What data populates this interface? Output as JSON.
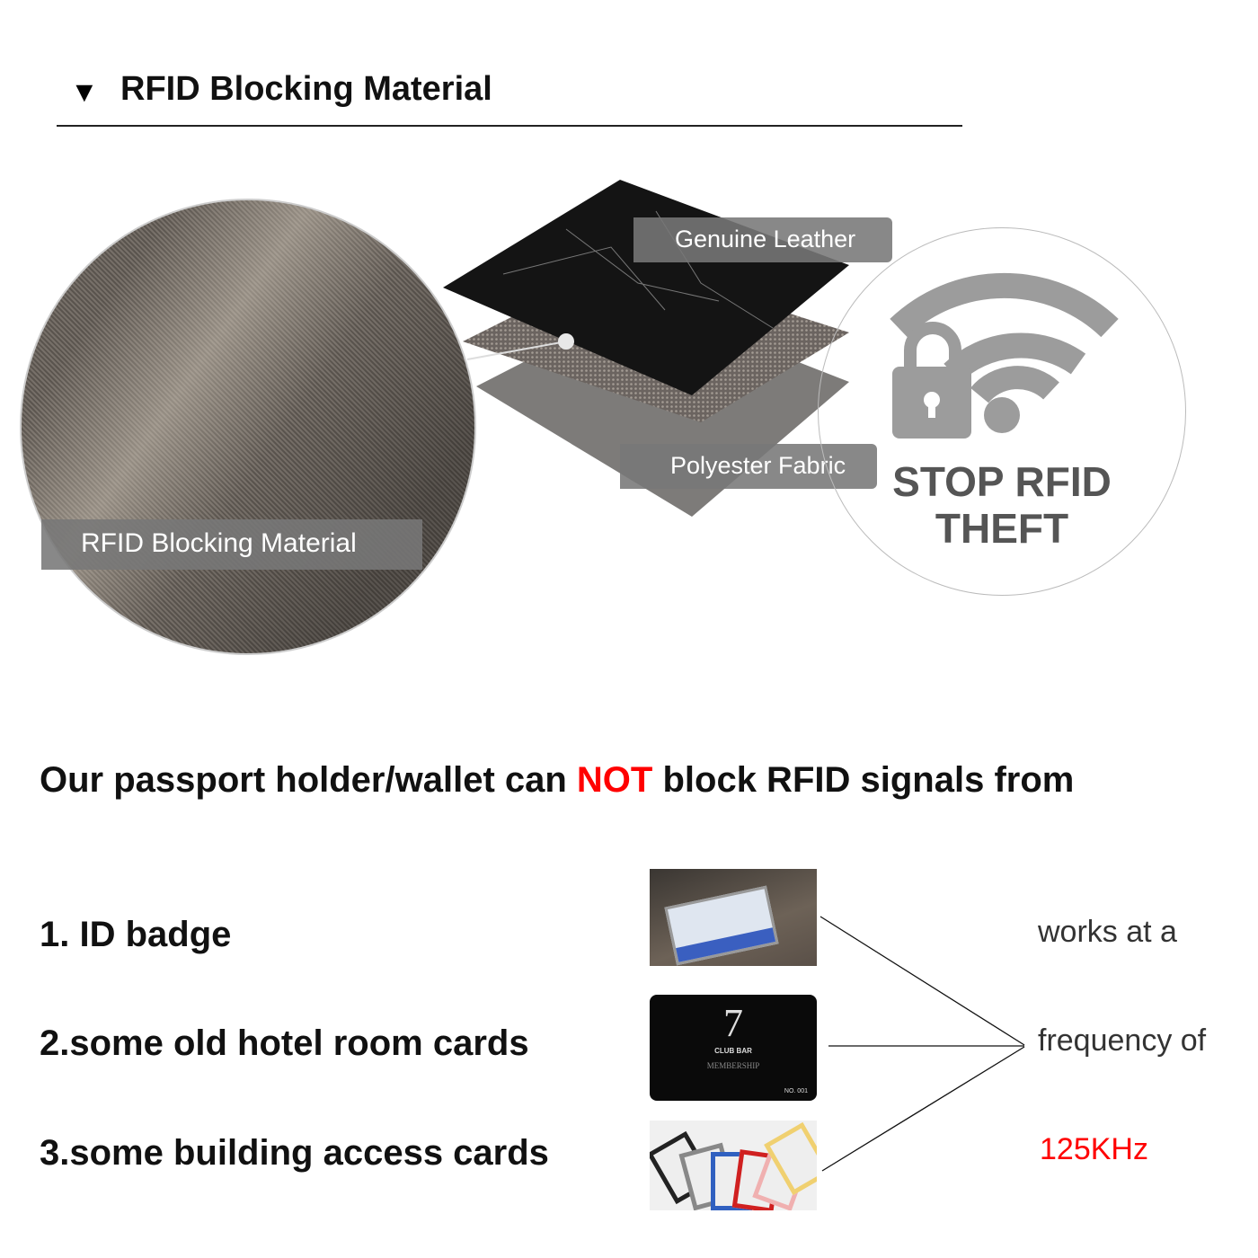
{
  "header": {
    "icon": "triangle-down-icon",
    "title": "RFID Blocking Material"
  },
  "layers": {
    "top": "Genuine Leather",
    "bottom": "Polyester Fabric",
    "circle_label": "RFID Blocking Material"
  },
  "badge": {
    "icon": "lock-wifi-icon",
    "line1": "STOP RFID",
    "line2": "THEFT"
  },
  "notice": {
    "before": "Our  passport  holder/wallet can ",
    "highlight": "NOT",
    "after": " block RFID signals from",
    "highlight_color": "#ff0000"
  },
  "items": [
    {
      "label": "1. ID badge"
    },
    {
      "label": "2.some  old  hotel  room  cards"
    },
    {
      "label": "3.some  building  access  cards"
    }
  ],
  "card": {
    "number": "7",
    "brand": "CLUB BAR",
    "title": "MEMBERSHIP",
    "no": "NO. 001"
  },
  "frequency": {
    "line1": "works at a",
    "line2": "frequency of",
    "value": "125KHz",
    "value_color": "#ff0000"
  }
}
